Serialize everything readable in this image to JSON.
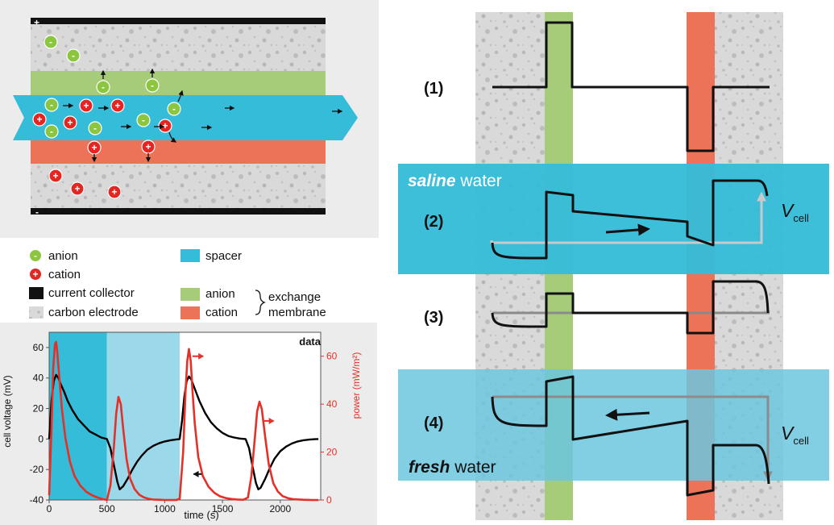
{
  "colors": {
    "spacer": "#35bcd8",
    "anion_membrane": "#a6cc7a",
    "cation_membrane": "#ec7358",
    "electrode": "#d9d9d9",
    "collector": "#111111",
    "anion_ion": "#8cc63f",
    "cation_ion": "#e52521",
    "voltage_line": "#000000",
    "power_line": "#e53028"
  },
  "cell": {
    "top_collector_sign": "+",
    "bottom_collector_sign": "-",
    "anion_symbol": "-",
    "cation_symbol": "+"
  },
  "legend": {
    "anion": "anion",
    "cation": "cation",
    "current_collector": "current collector",
    "carbon_electrode": "carbon electrode",
    "spacer": "spacer",
    "anion_membrane": "anion",
    "cation_membrane": "cation",
    "exchange_line1": "exchange",
    "exchange_line2": "membrane"
  },
  "stages": {
    "s1": "(1)",
    "s2": "(2)",
    "s3": "(3)",
    "s4": "(4)",
    "saline_bold": "saline",
    "saline_rest": " water",
    "fresh_bold": "fresh",
    "fresh_rest": " water",
    "vcell_v": "V",
    "vcell_sub": "cell"
  },
  "chart_data": {
    "type": "line",
    "title": "data",
    "xlabel": "time (s)",
    "ylabel_left": "cell voltage (mV)",
    "ylabel_right": "power (mW/m²)",
    "xlim": [
      0,
      2350
    ],
    "ylim_left": [
      -40,
      70
    ],
    "ylim_right": [
      0,
      70
    ],
    "xticks": [
      0,
      500,
      1000,
      1500,
      2000
    ],
    "yticks_left": [
      -40,
      -20,
      0,
      20,
      40,
      60
    ],
    "yticks_right": [
      0,
      20,
      40,
      60
    ],
    "shaded_regions": [
      {
        "x": [
          0,
          500
        ],
        "color": "#35bcd8"
      },
      {
        "x": [
          500,
          1130
        ],
        "color": "#9bd8ea"
      }
    ],
    "series": [
      {
        "axis": "left",
        "color": "#000000",
        "x": [
          0,
          20,
          40,
          60,
          80,
          100,
          130,
          160,
          200,
          250,
          300,
          350,
          400,
          450,
          500,
          530,
          560,
          590,
          610,
          640,
          680,
          720,
          760,
          800,
          850,
          900,
          950,
          1000,
          1050,
          1100,
          1130,
          1150,
          1170,
          1190,
          1210,
          1230,
          1260,
          1300,
          1350,
          1400,
          1450,
          1500,
          1550,
          1600,
          1650,
          1700,
          1730,
          1760,
          1790,
          1810,
          1830,
          1870,
          1910,
          1950,
          2000,
          2050,
          2100,
          2150,
          2200,
          2250,
          2300,
          2330
        ],
        "y": [
          0,
          25,
          38,
          42,
          40,
          36,
          31,
          25,
          19,
          13,
          9,
          5,
          3,
          1,
          0,
          -6,
          -17,
          -28,
          -33,
          -31,
          -26,
          -20,
          -15,
          -11,
          -7,
          -4.5,
          -2.8,
          -1.6,
          -0.8,
          -0.3,
          0,
          12,
          28,
          38,
          41,
          39,
          33,
          25,
          17,
          11,
          7,
          4,
          2,
          1,
          0.3,
          0,
          -6,
          -18,
          -29,
          -33,
          -32,
          -26,
          -19,
          -13,
          -8,
          -5,
          -3,
          -1.6,
          -0.8,
          -0.4,
          -0.1,
          0
        ]
      },
      {
        "axis": "right",
        "color": "#e53028",
        "x": [
          0,
          20,
          35,
          50,
          60,
          70,
          90,
          110,
          140,
          180,
          220,
          270,
          320,
          370,
          420,
          470,
          500,
          530,
          560,
          580,
          600,
          620,
          640,
          670,
          700,
          740,
          780,
          820,
          860,
          900,
          950,
          1000,
          1050,
          1100,
          1130,
          1160,
          1180,
          1195,
          1210,
          1225,
          1240,
          1260,
          1290,
          1330,
          1380,
          1430,
          1480,
          1530,
          1580,
          1630,
          1680,
          1720,
          1750,
          1780,
          1800,
          1820,
          1840,
          1870,
          1900,
          1940,
          1980,
          2020,
          2070,
          2120,
          2200,
          2280,
          2330
        ],
        "y": [
          2,
          30,
          55,
          65,
          66,
          62,
          50,
          38,
          26,
          16,
          10,
          6,
          3.5,
          2,
          1,
          0.3,
          0,
          6,
          22,
          36,
          43,
          40,
          30,
          17,
          9,
          4.5,
          2.2,
          1.1,
          0.5,
          0.2,
          0.1,
          0,
          0,
          0,
          0.5,
          20,
          45,
          58,
          63,
          58,
          46,
          32,
          18,
          10,
          5.5,
          3,
          1.5,
          0.8,
          0.4,
          0.2,
          0.1,
          1,
          10,
          26,
          37,
          41,
          38,
          26,
          15,
          7,
          3.5,
          1.6,
          0.7,
          0.3,
          0.1,
          0,
          0
        ]
      }
    ],
    "arrows": [
      {
        "series": "voltage",
        "direction": "left"
      },
      {
        "series": "power",
        "direction": "right"
      }
    ]
  }
}
